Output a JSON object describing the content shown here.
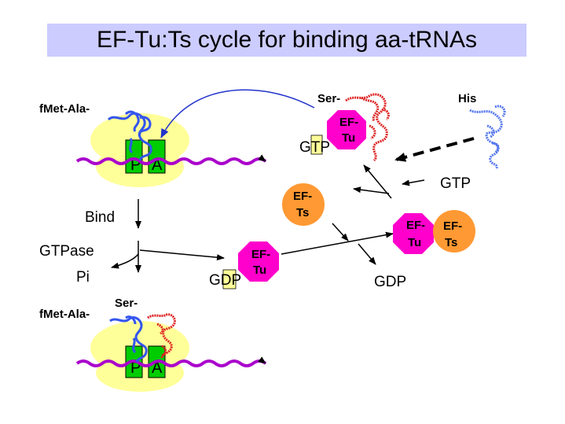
{
  "title": "EF-Tu:Ts cycle for binding aa-tRNAs",
  "labels": {
    "fmet_ala_top": "fMet-Ala-",
    "fmet_ala_bottom": "fMet-Ala-",
    "ser_top": "Ser-",
    "ser_bottom": "Ser-",
    "his": "His",
    "site_p": "P",
    "site_a": "A",
    "gtp_top": "GTP",
    "gtp_right": "GTP",
    "gdp_center": "GDP",
    "gdp_right": "GDP",
    "bind": "Bind",
    "gtpase": "GTPase",
    "pi": "Pi"
  },
  "factors": {
    "ef_tu_l1": "EF-",
    "ef_tu_l2": "Tu",
    "ef_ts_l1": "EF-",
    "ef_ts_l2": "Ts"
  },
  "colors": {
    "title_bg": "#ccccff",
    "ribosome": "#ffff99",
    "site_box": "#00cc00",
    "mrna": "#aa00cc",
    "ef_tu": "#ff00cc",
    "ef_ts": "#ff9933",
    "trna_fmet": "#3355ee",
    "trna_ser": "#dd2222",
    "trna_his": "#5577ee",
    "gdp_mark": "#ffff99",
    "arrow": "#000000",
    "curve_arrow": "#2233cc"
  }
}
